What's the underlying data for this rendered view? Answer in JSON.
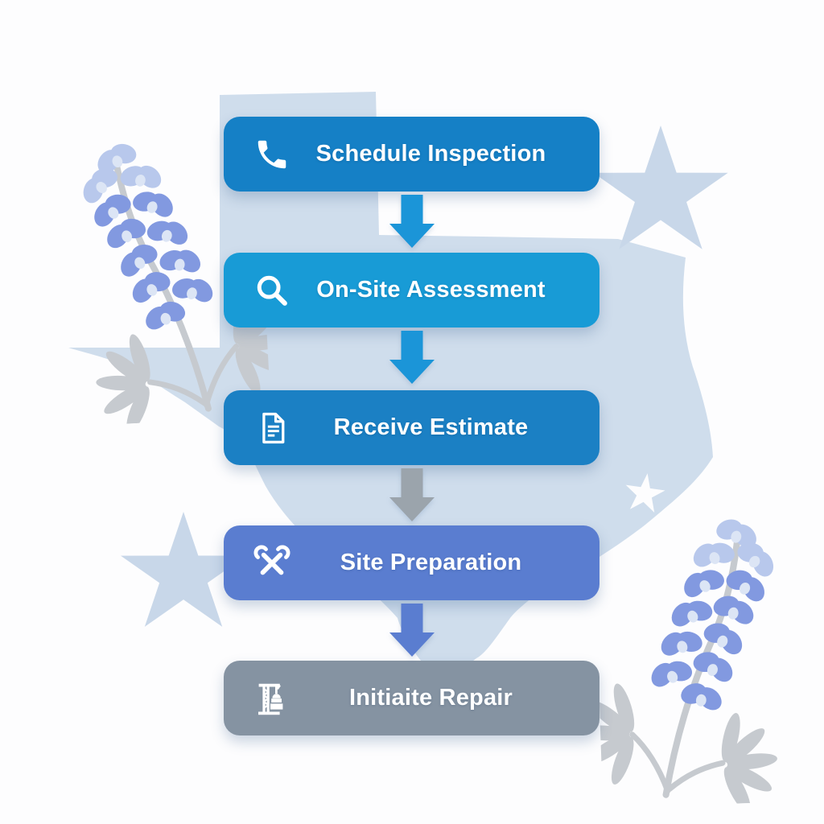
{
  "flow": {
    "steps": [
      {
        "label": "Schedule Inspection",
        "icon": "phone-icon",
        "color": "#1580c6"
      },
      {
        "label": "On-Site Assessment",
        "icon": "magnifier-icon",
        "color": "#189bd6"
      },
      {
        "label": "Receive Estimate",
        "icon": "document-icon",
        "color": "#1b80c4"
      },
      {
        "label": "Site Preparation",
        "icon": "crossed-tools-icon",
        "color": "#5a7dd0"
      },
      {
        "label": "Initiaite Repair",
        "icon": "crane-icon",
        "color": "#8593a2"
      }
    ],
    "connectors": [
      {
        "color": "#1b95d8"
      },
      {
        "color": "#1b95d8"
      },
      {
        "color": "#9ba4ac"
      },
      {
        "color": "#5a7dd0"
      }
    ]
  },
  "colors": {
    "page_bg": "#fdfdfe",
    "map": "#cfddec",
    "star": "#c8d7e9",
    "petal": "#8299e0",
    "petal_light": "#b8c8ec",
    "petal_highlight": "#dce5f5",
    "stem": "#c6cacf"
  }
}
